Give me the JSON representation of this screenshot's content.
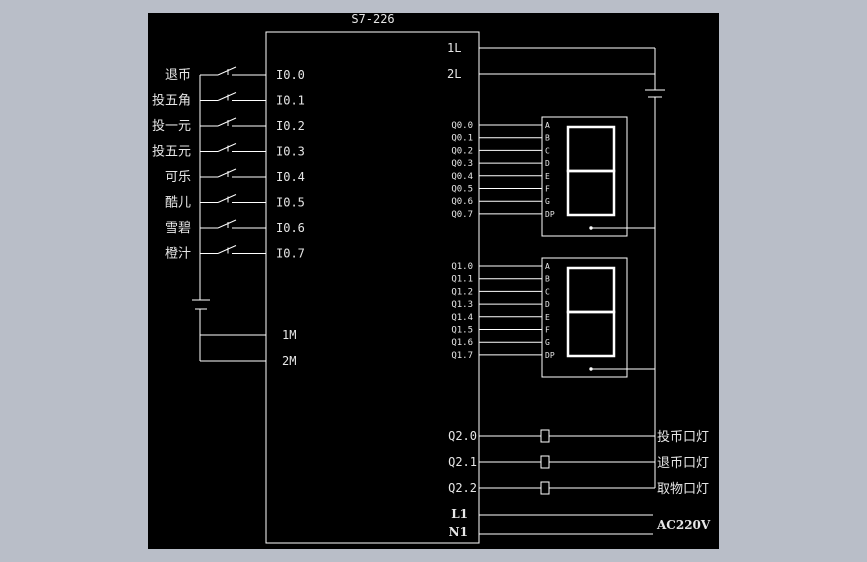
{
  "plc": {
    "model": "S7-226"
  },
  "inputs": [
    {
      "label": "退币",
      "address": "I0.0"
    },
    {
      "label": "投五角",
      "address": "I0.1"
    },
    {
      "label": "投一元",
      "address": "I0.2"
    },
    {
      "label": "投五元",
      "address": "I0.3"
    },
    {
      "label": "可乐",
      "address": "I0.4"
    },
    {
      "label": "酷儿",
      "address": "I0.5"
    },
    {
      "label": "雪碧",
      "address": "I0.6"
    },
    {
      "label": "橙汁",
      "address": "I0.7"
    }
  ],
  "commons": {
    "m1": "1M",
    "m2": "2M",
    "l1": "1L",
    "l2": "2L"
  },
  "display1": {
    "outputs": [
      "Q0.0",
      "Q0.1",
      "Q0.2",
      "Q0.3",
      "Q0.4",
      "Q0.5",
      "Q0.6",
      "Q0.7"
    ],
    "segments": [
      "A",
      "B",
      "C",
      "D",
      "E",
      "F",
      "G",
      "DP"
    ]
  },
  "display2": {
    "outputs": [
      "Q1.0",
      "Q1.1",
      "Q1.2",
      "Q1.3",
      "Q1.4",
      "Q1.5",
      "Q1.6",
      "Q1.7"
    ],
    "segments": [
      "A",
      "B",
      "C",
      "D",
      "E",
      "F",
      "G",
      "DP"
    ]
  },
  "lamps": [
    {
      "address": "Q2.0",
      "label": "投币口灯"
    },
    {
      "address": "Q2.1",
      "label": "退币口灯"
    },
    {
      "address": "Q2.2",
      "label": "取物口灯"
    }
  ],
  "power": {
    "l": "L1",
    "n": "N1",
    "supply": "AC220V"
  },
  "colors": {
    "background": "#000000",
    "lines": "#ffffff",
    "frame": "#b9bec8"
  }
}
